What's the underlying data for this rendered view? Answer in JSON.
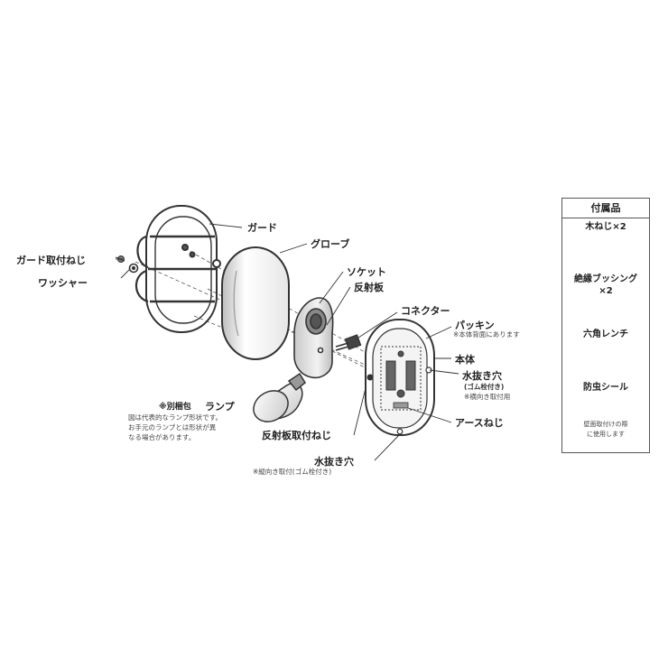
{
  "labels": {
    "guard": "ガード",
    "globe": "グローブ",
    "socket": "ソケット",
    "reflector": "反射板",
    "connector": "コネクター",
    "packing": "パッキン",
    "packing_note": "※本体背面にあります",
    "body": "本体",
    "drain_hole_side": "水抜き穴",
    "drain_hole_side_sub": "(ゴム栓付き)",
    "drain_hole_side_note": "※横向き取付用",
    "earth_screw": "アースねじ",
    "guard_screw": "ガード取付ねじ",
    "washer": "ワッシャー",
    "lamp_prefix": "※別梱包",
    "lamp": "ランプ",
    "lamp_note_lines": [
      "図は代表的なランプ形状です。",
      "お手元のランプとは形状が異",
      "なる場合があります。"
    ],
    "reflector_screw": "反射板取付ねじ",
    "drain_hole_bottom": "水抜き穴",
    "drain_hole_bottom_note": "※縦向き取付(ゴム栓付き)"
  },
  "accessories": {
    "title": "付属品",
    "wood_screw": "木ねじ×2",
    "bushing_line1": "絶縁ブッシング",
    "bushing_line2": "×2",
    "hex_wrench": "六角レンチ",
    "insect_seal": "防虫シール",
    "insect_seal_note_lines": [
      "壁面取付けの際",
      "に使用します"
    ]
  },
  "colors": {
    "line": "#333333",
    "part_fill": "#ffffff",
    "shade": "#9a9a9a",
    "dark": "#444444"
  }
}
